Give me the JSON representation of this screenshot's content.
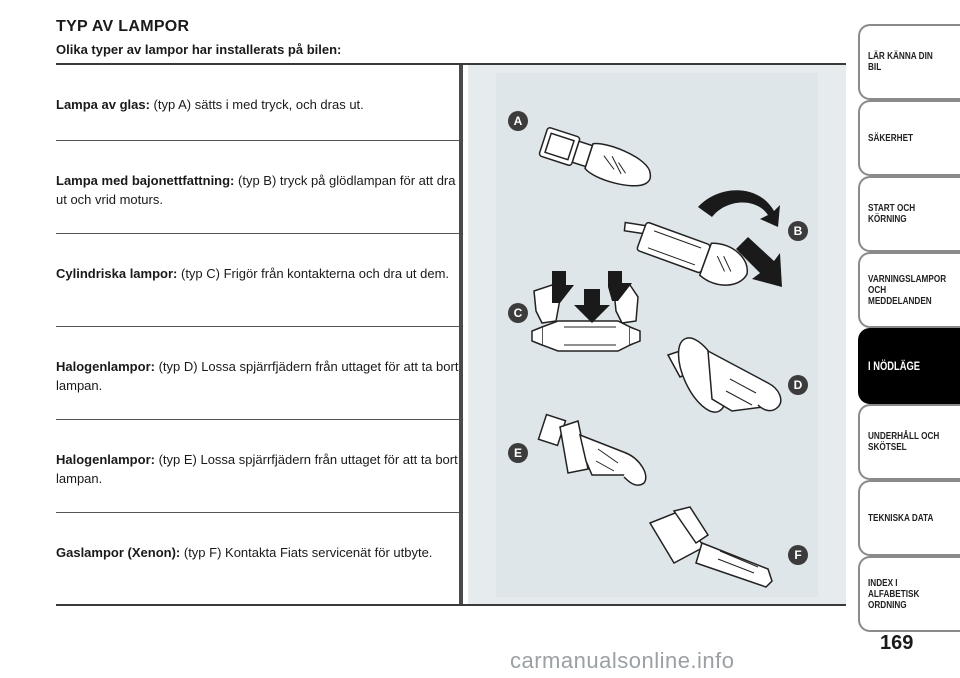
{
  "header": {
    "title": "TYP AV LAMPOR",
    "subtitle": "Olika typer av lampor har installerats på bilen:"
  },
  "entries": [
    {
      "label": "Lampa av glas:",
      "text": " (typ A) sätts i med tryck, och dras ut."
    },
    {
      "label": "Lampa med bajonettfattning:",
      "text": " (typ B) tryck på glödlampan för att dra ut och vrid moturs."
    },
    {
      "label": "Cylindriska lampor:",
      "text": " (typ C) Frigör från kontakterna och dra ut dem."
    },
    {
      "label": "Halogenlampor:",
      "text": " (typ D) Lossa spjärrfjädern från uttaget för att ta bort lampan."
    },
    {
      "label": "Halogenlampor:",
      "text": " (typ E) Lossa spjärrfjädern från uttaget för att ta bort lampan."
    },
    {
      "label": "Gaslampor (Xenon):",
      "text": " (typ F) Kontakta Fiats servicenät för utbyte."
    }
  ],
  "markers": [
    "A",
    "B",
    "C",
    "D",
    "E",
    "F"
  ],
  "tabs": [
    {
      "label": "LÄR KÄNNA DIN BIL"
    },
    {
      "label": "SÄKERHET"
    },
    {
      "label": "START OCH\nKÖRNING"
    },
    {
      "label": "VARNINGSLAMPOR\nOCH\nMEDDELANDEN"
    },
    {
      "label": "I NÖDLÄGE",
      "active": true
    },
    {
      "label": "UNDERHÅLL OCH\nSKÖTSEL"
    },
    {
      "label": "TEKNISKA DATA"
    },
    {
      "label": "INDEX I ALFABETISK\nORDNING"
    }
  ],
  "page_number": "169",
  "watermark": "carmanualsonline.info",
  "colors": {
    "arrow": "#1a1a1a",
    "bulb_fill": "#ffffff",
    "marker": "#3c3c3c",
    "active_tab": "#000000"
  }
}
